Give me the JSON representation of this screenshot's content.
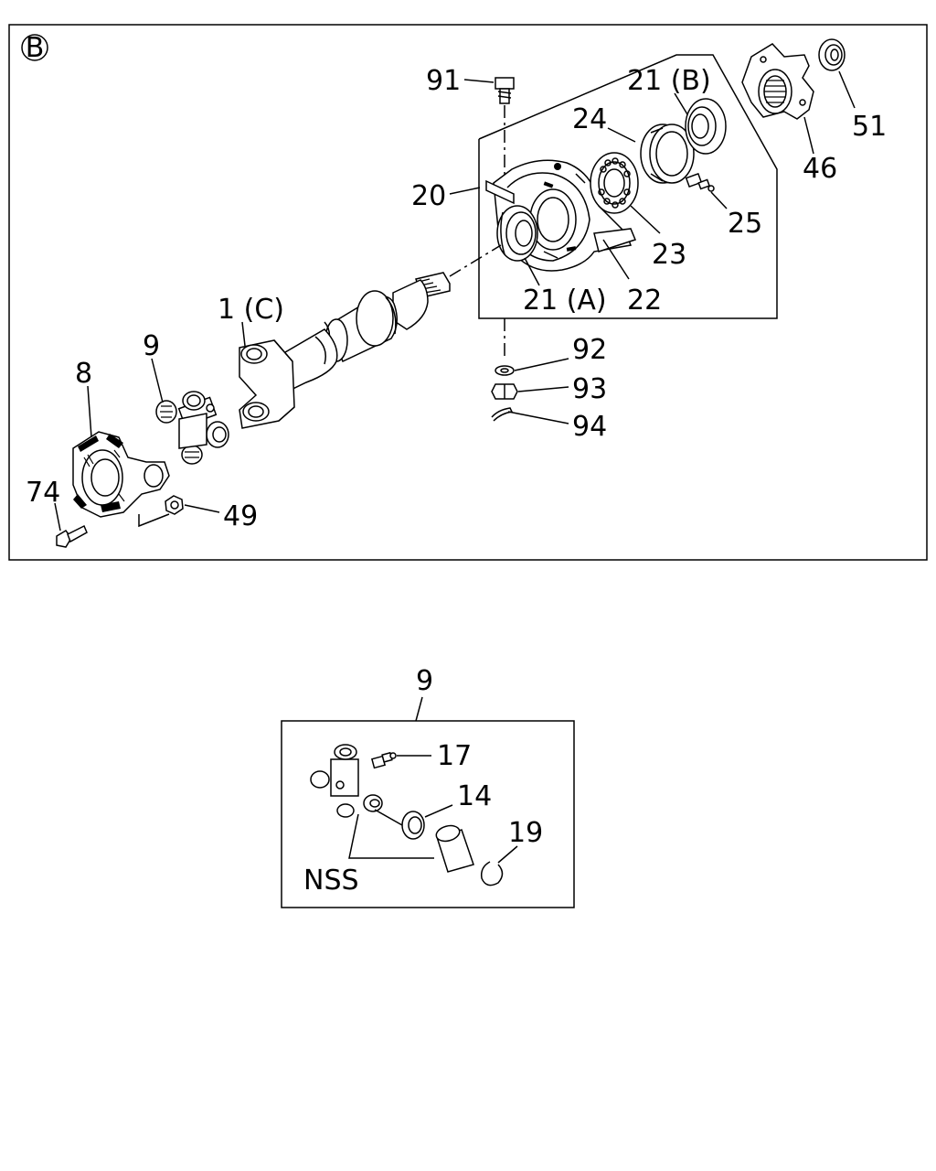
{
  "main_view": {
    "view_marker": "B",
    "labels": {
      "p91": "91",
      "p21b": "21 (B)",
      "p24": "24",
      "p51": "51",
      "p46": "46",
      "p20": "20",
      "p25": "25",
      "p23": "23",
      "p22": "22",
      "p21a": "21 (A)",
      "p1c": "1 (C)",
      "p9": "9",
      "p8": "8",
      "p92": "92",
      "p93": "93",
      "p94": "94",
      "p74": "74",
      "p49": "49"
    }
  },
  "detail_view": {
    "title": "9",
    "labels": {
      "p17": "17",
      "p14": "14",
      "p19": "19",
      "nss": "NSS"
    }
  }
}
